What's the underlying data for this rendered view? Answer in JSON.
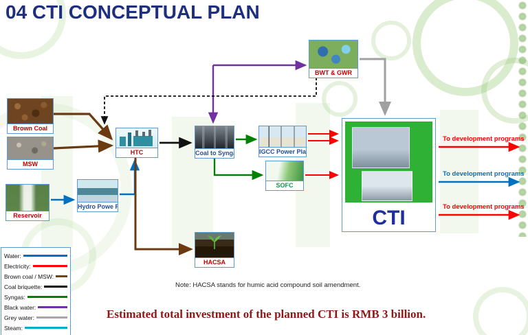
{
  "title": "04 CTI CONCEPTUAL PLAN",
  "nodes": {
    "brown_coal": {
      "label": "Brown Coal"
    },
    "msw": {
      "label": "MSW"
    },
    "reservoir": {
      "label": "Reservoir"
    },
    "htc": {
      "label": "HTC"
    },
    "hydro": {
      "label": "Hydro Powe Plant"
    },
    "syngas": {
      "label": "Coal to Syngas Plant"
    },
    "igcc": {
      "label": "IGCC Power Plant"
    },
    "sofc": {
      "label": "SOFC"
    },
    "bwt": {
      "label": "BWT & GWR"
    },
    "hacsa": {
      "label": "HACSA"
    },
    "cti": {
      "label": "CTI"
    }
  },
  "outputs": [
    {
      "label": "To development  programs",
      "color": "#ff0000"
    },
    {
      "label": "To development  programs",
      "color": "#0070c0"
    },
    {
      "label": "To development  programs",
      "color": "#ff0000"
    }
  ],
  "legend": {
    "items": [
      {
        "label": "Water:",
        "color": "#0070c0"
      },
      {
        "label": "Electricity:",
        "color": "#ff0000"
      },
      {
        "label": "Brown coal / MSW:",
        "color": "#7b3f00"
      },
      {
        "label": "Coal briquette:",
        "color": "#000000"
      },
      {
        "label": "Syngas:",
        "color": "#008000"
      },
      {
        "label": "Black water:",
        "color": "#7030a0"
      },
      {
        "label": "Grey water:",
        "color": "#a6a6a6"
      },
      {
        "label": "Steam:",
        "color": "#00b0c8"
      }
    ]
  },
  "note": "Note: HACSA stands for humic acid compound soil amendment.",
  "footer": "Estimated total investment of the planned CTI  is RMB 3 billion."
}
